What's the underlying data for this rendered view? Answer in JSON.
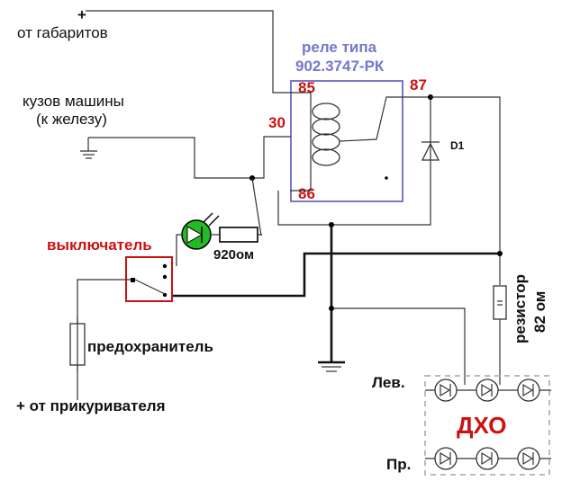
{
  "labels": {
    "plus_top": "+",
    "ot_gabaritov": "от габаритов",
    "relay_type_line1": "реле типа",
    "relay_type_line2": "902.3747-РК",
    "pin_85": "85",
    "pin_87": "87",
    "pin_30": "30",
    "pin_86": "86",
    "body_line1": "кузов машины",
    "body_line2": "(к железу)",
    "diode": "D1",
    "switch": "выключатель",
    "led_resistor": "920ом",
    "resistor_line1": "резистор",
    "resistor_line2": "82  ом",
    "fuse": "предохранитель",
    "lighter": "+ от прикуривателя",
    "left": "Лев.",
    "right": "Пр.",
    "drl": "ДХО"
  },
  "colors": {
    "relay_box": "#7777cc",
    "switch_box": "#cc1111",
    "pin_numbers": "#cc1111",
    "drl_text": "#cc1111",
    "led_fill": "#22bb22"
  },
  "icons": [
    "relay-coil-icon",
    "diode-icon",
    "led-icon",
    "ground-icon",
    "fuse-icon",
    "resistor-icon",
    "switch-icon"
  ]
}
